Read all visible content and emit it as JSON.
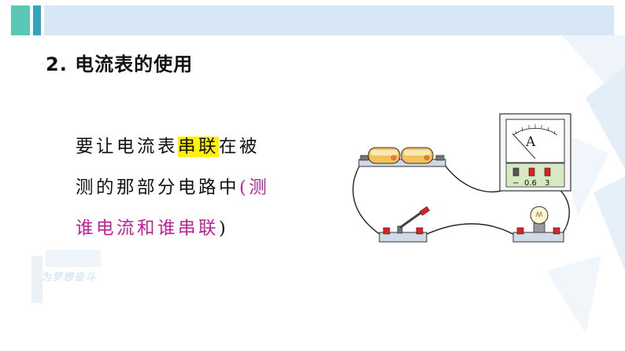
{
  "header": {
    "title": "2. 电流表的使用"
  },
  "content": {
    "line1_a": "要让电流表",
    "line1_highlight": "串联",
    "line1_b": "在被",
    "line2_a": "测的那部分电路中",
    "line2_b": "(测",
    "line3_a": "谁电流和谁串联",
    "line3_b": ")"
  },
  "diagram": {
    "ammeter_symbol": "A",
    "terminal_neg": "−",
    "terminal_06": "0.6",
    "terminal_3": "3",
    "battery_plus": "⊕"
  },
  "watermark": {
    "text": "为梦想奋斗"
  },
  "colors": {
    "accent_green": "#5cc6b4",
    "accent_teal": "#37a2bf",
    "bar_light": "#d8e7f5",
    "highlight": "#fff200",
    "magenta_text": "#c41e9a"
  }
}
